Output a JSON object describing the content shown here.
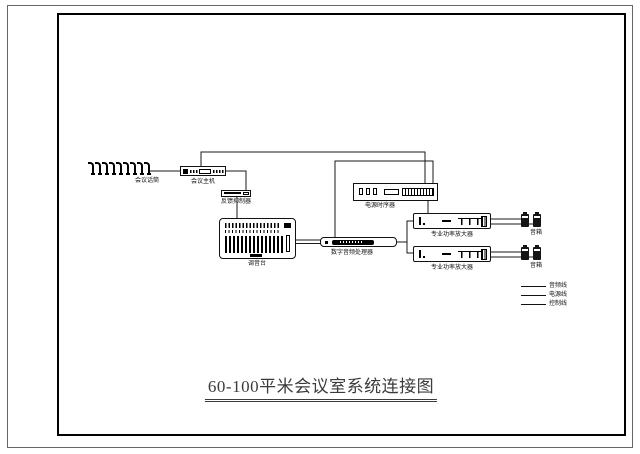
{
  "title": "60-100平米会议室系统连接图",
  "diagram": {
    "mics": {
      "label": "会议话筒",
      "count": 9
    },
    "host": {
      "label": "会议主机"
    },
    "feedback_suppressor": {
      "label": "反馈抑制器"
    },
    "power_sequencer": {
      "label": "电源时序器"
    },
    "mixer": {
      "label": "调音台"
    },
    "audio_processor": {
      "label": "数字音频处理器"
    },
    "amplifier_top": {
      "label": "专业功率放大器"
    },
    "amplifier_bottom": {
      "label": "专业功率放大器"
    },
    "speakers_top": {
      "label": "音箱"
    },
    "speakers_bottom": {
      "label": "音箱"
    }
  },
  "legend": {
    "items": [
      {
        "label": "音频线"
      },
      {
        "label": "电源线"
      },
      {
        "label": "控制线"
      }
    ]
  },
  "colors": {
    "ink": "#1a1a1a",
    "title": "#3b3b3b",
    "frame_outer": "#666666",
    "background": "#ffffff"
  }
}
